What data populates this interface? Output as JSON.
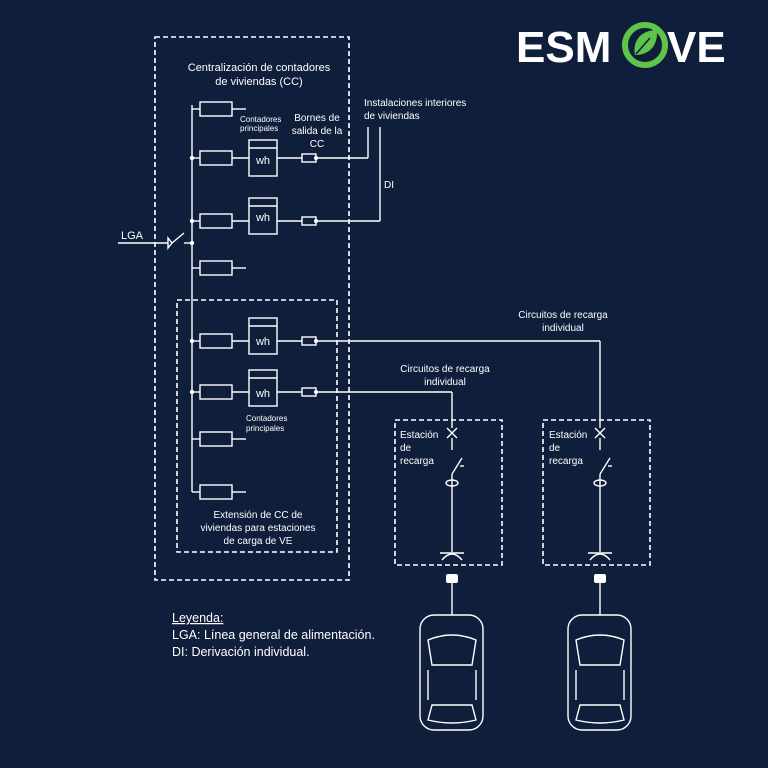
{
  "brand": {
    "logo_text_left": "ESM",
    "logo_text_right": "VE",
    "logo_icon": "leaf-plug-circle-icon",
    "accent_color": "#5fc44a",
    "background_color": "#0f1e3a"
  },
  "diagram": {
    "cc_title_line1": "Centralización de contadores",
    "cc_title_line2": "de viviendas (CC)",
    "contadores_principales_top_line1": "Contadores",
    "contadores_principales_top_line2": "principales",
    "bornes_line1": "Bornes de",
    "bornes_line2": "salida de la",
    "bornes_line3": "CC",
    "instalaciones_line1": "Instalaciones interiores",
    "instalaciones_line2": "de viviendas",
    "di_label": "DI",
    "lga_label": "LGA",
    "meter_label": "wh",
    "circuitos_right_line1": "Circuitos de recarga",
    "circuitos_right_line2": "individual",
    "circuitos_left_line1": "Circuitos de recarga",
    "circuitos_left_line2": "individual",
    "contadores_principales_bottom_line1": "Contadores",
    "contadores_principales_bottom_line2": "principales",
    "extension_line1": "Extensión de CC de",
    "extension_line2": "viviendas para estaciones",
    "extension_line3": "de carga de VE",
    "station1_line1": "Estación",
    "station1_line2": "de",
    "station1_line3": "recarga",
    "station2_line1": "Estación",
    "station2_line2": "de",
    "station2_line3": "recarga"
  },
  "legend": {
    "title": "Leyenda:",
    "line1": "LGA: Línea general de alimentación.",
    "line2": "DI: Derivación individual."
  }
}
